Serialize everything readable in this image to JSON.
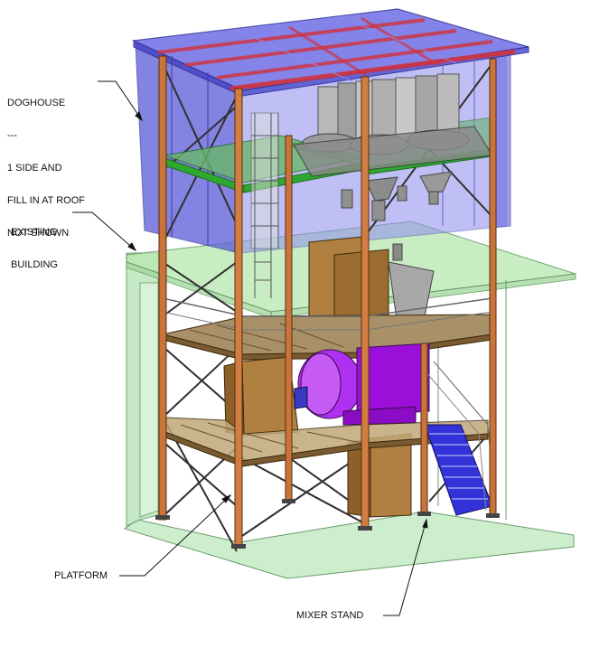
{
  "labels": {
    "doghouse": {
      "line1": "DOGHOUSE",
      "line2": "---",
      "line3": "1 SIDE AND",
      "line4": "FILL IN AT ROOF",
      "line5": "NOT SHOWN"
    },
    "existing_building": {
      "line1": "EXISTING",
      "line2": "BUILDING"
    },
    "platform": "PLATFORM",
    "mixer_stand": "MIXER STAND"
  },
  "colors": {
    "doghouse_fill": "#5a5ad8",
    "roof_fill": "#6e6ee6",
    "roof_beam": "#d2323c",
    "building_fill": "#c8ecc8",
    "building_edge": "#5a8f5a",
    "column": "#c8743a",
    "grating": "#a89068",
    "brace": "#303030",
    "hopper": "#a8a8a8",
    "mixer": "#9a10d8",
    "box": "#b08040",
    "stair": "#2a2ad0",
    "green_beam": "#2ea82e"
  }
}
